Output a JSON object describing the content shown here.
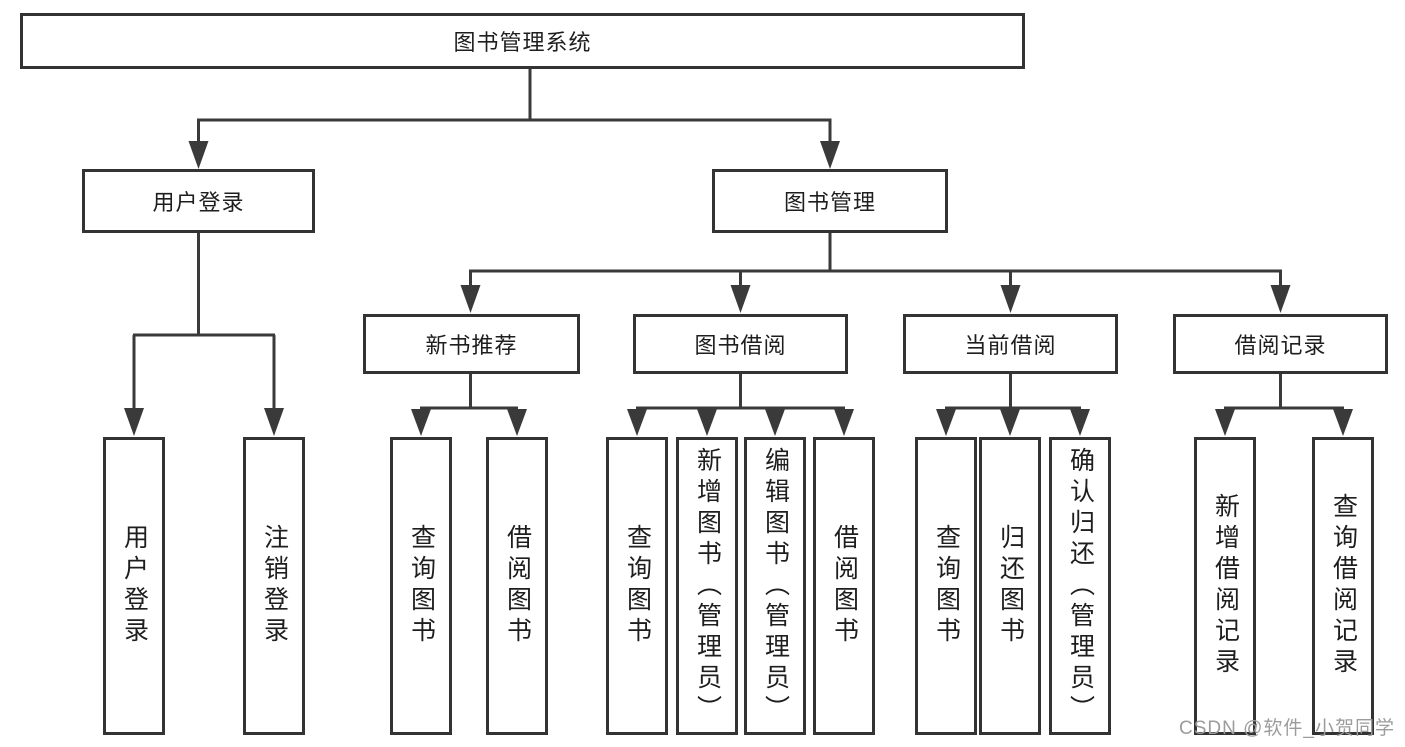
{
  "diagram_type": "functional-structure-tree",
  "tree": {
    "label": "图书管理系统",
    "children": [
      {
        "label": "用户登录",
        "children": [
          {
            "label": "用户登录"
          },
          {
            "label": "注销登录"
          }
        ]
      },
      {
        "label": "图书管理",
        "children": [
          {
            "label": "新书推荐",
            "children": [
              {
                "label": "查询图书"
              },
              {
                "label": "借阅图书"
              }
            ]
          },
          {
            "label": "图书借阅",
            "children": [
              {
                "label": "查询图书"
              },
              {
                "label": "新增图书（管理员）"
              },
              {
                "label": "编辑图书（管理员）"
              },
              {
                "label": "借阅图书"
              }
            ]
          },
          {
            "label": "当前借阅",
            "children": [
              {
                "label": "查询图书"
              },
              {
                "label": "归还图书"
              },
              {
                "label": "确认归还（管理员）"
              }
            ]
          },
          {
            "label": "借阅记录",
            "children": [
              {
                "label": "新增借阅记录"
              },
              {
                "label": "查询借阅记录"
              }
            ]
          }
        ]
      }
    ]
  },
  "watermark": {
    "text": "CSDN @软件_小贺同学"
  },
  "colors": {
    "line": "#3a3a3a",
    "box_border": "#333333",
    "box_fill": "#ffffff",
    "text": "#1e1e1e",
    "watermark": "#9c9c9c",
    "background": "#ffffff"
  }
}
